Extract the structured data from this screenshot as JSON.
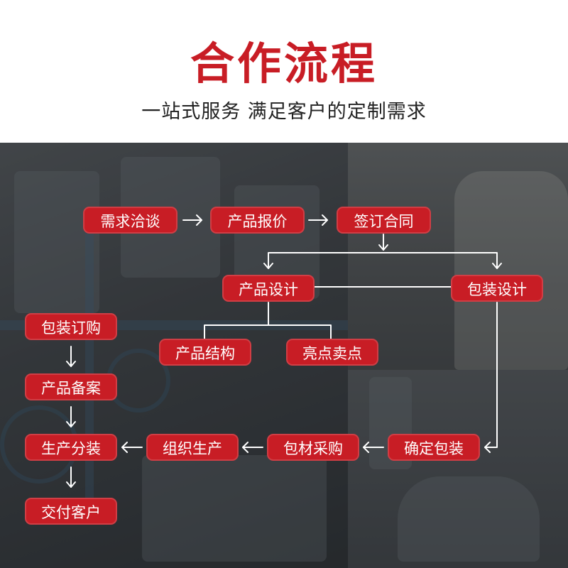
{
  "header": {
    "title": "合作流程",
    "subtitle": "一站式服务  满足客户的定制需求",
    "title_color": "#c81d25"
  },
  "steps": {
    "demand": "需求洽谈",
    "quote": "产品报价",
    "contract": "签订合同",
    "product_design": "产品设计",
    "packaging_design": "包装设计",
    "product_structure": "产品结构",
    "selling_points": "亮点卖点",
    "confirm_packaging": "确定包装",
    "material_purchase": "包材采购",
    "organize_production": "组织生产",
    "produce_pack": "生产分装",
    "packaging_order": "包装订购",
    "product_filing": "产品备案",
    "deliver_customer": "交付客户"
  },
  "colors": {
    "box": "#c81d25",
    "arrow": "#ffffff"
  }
}
